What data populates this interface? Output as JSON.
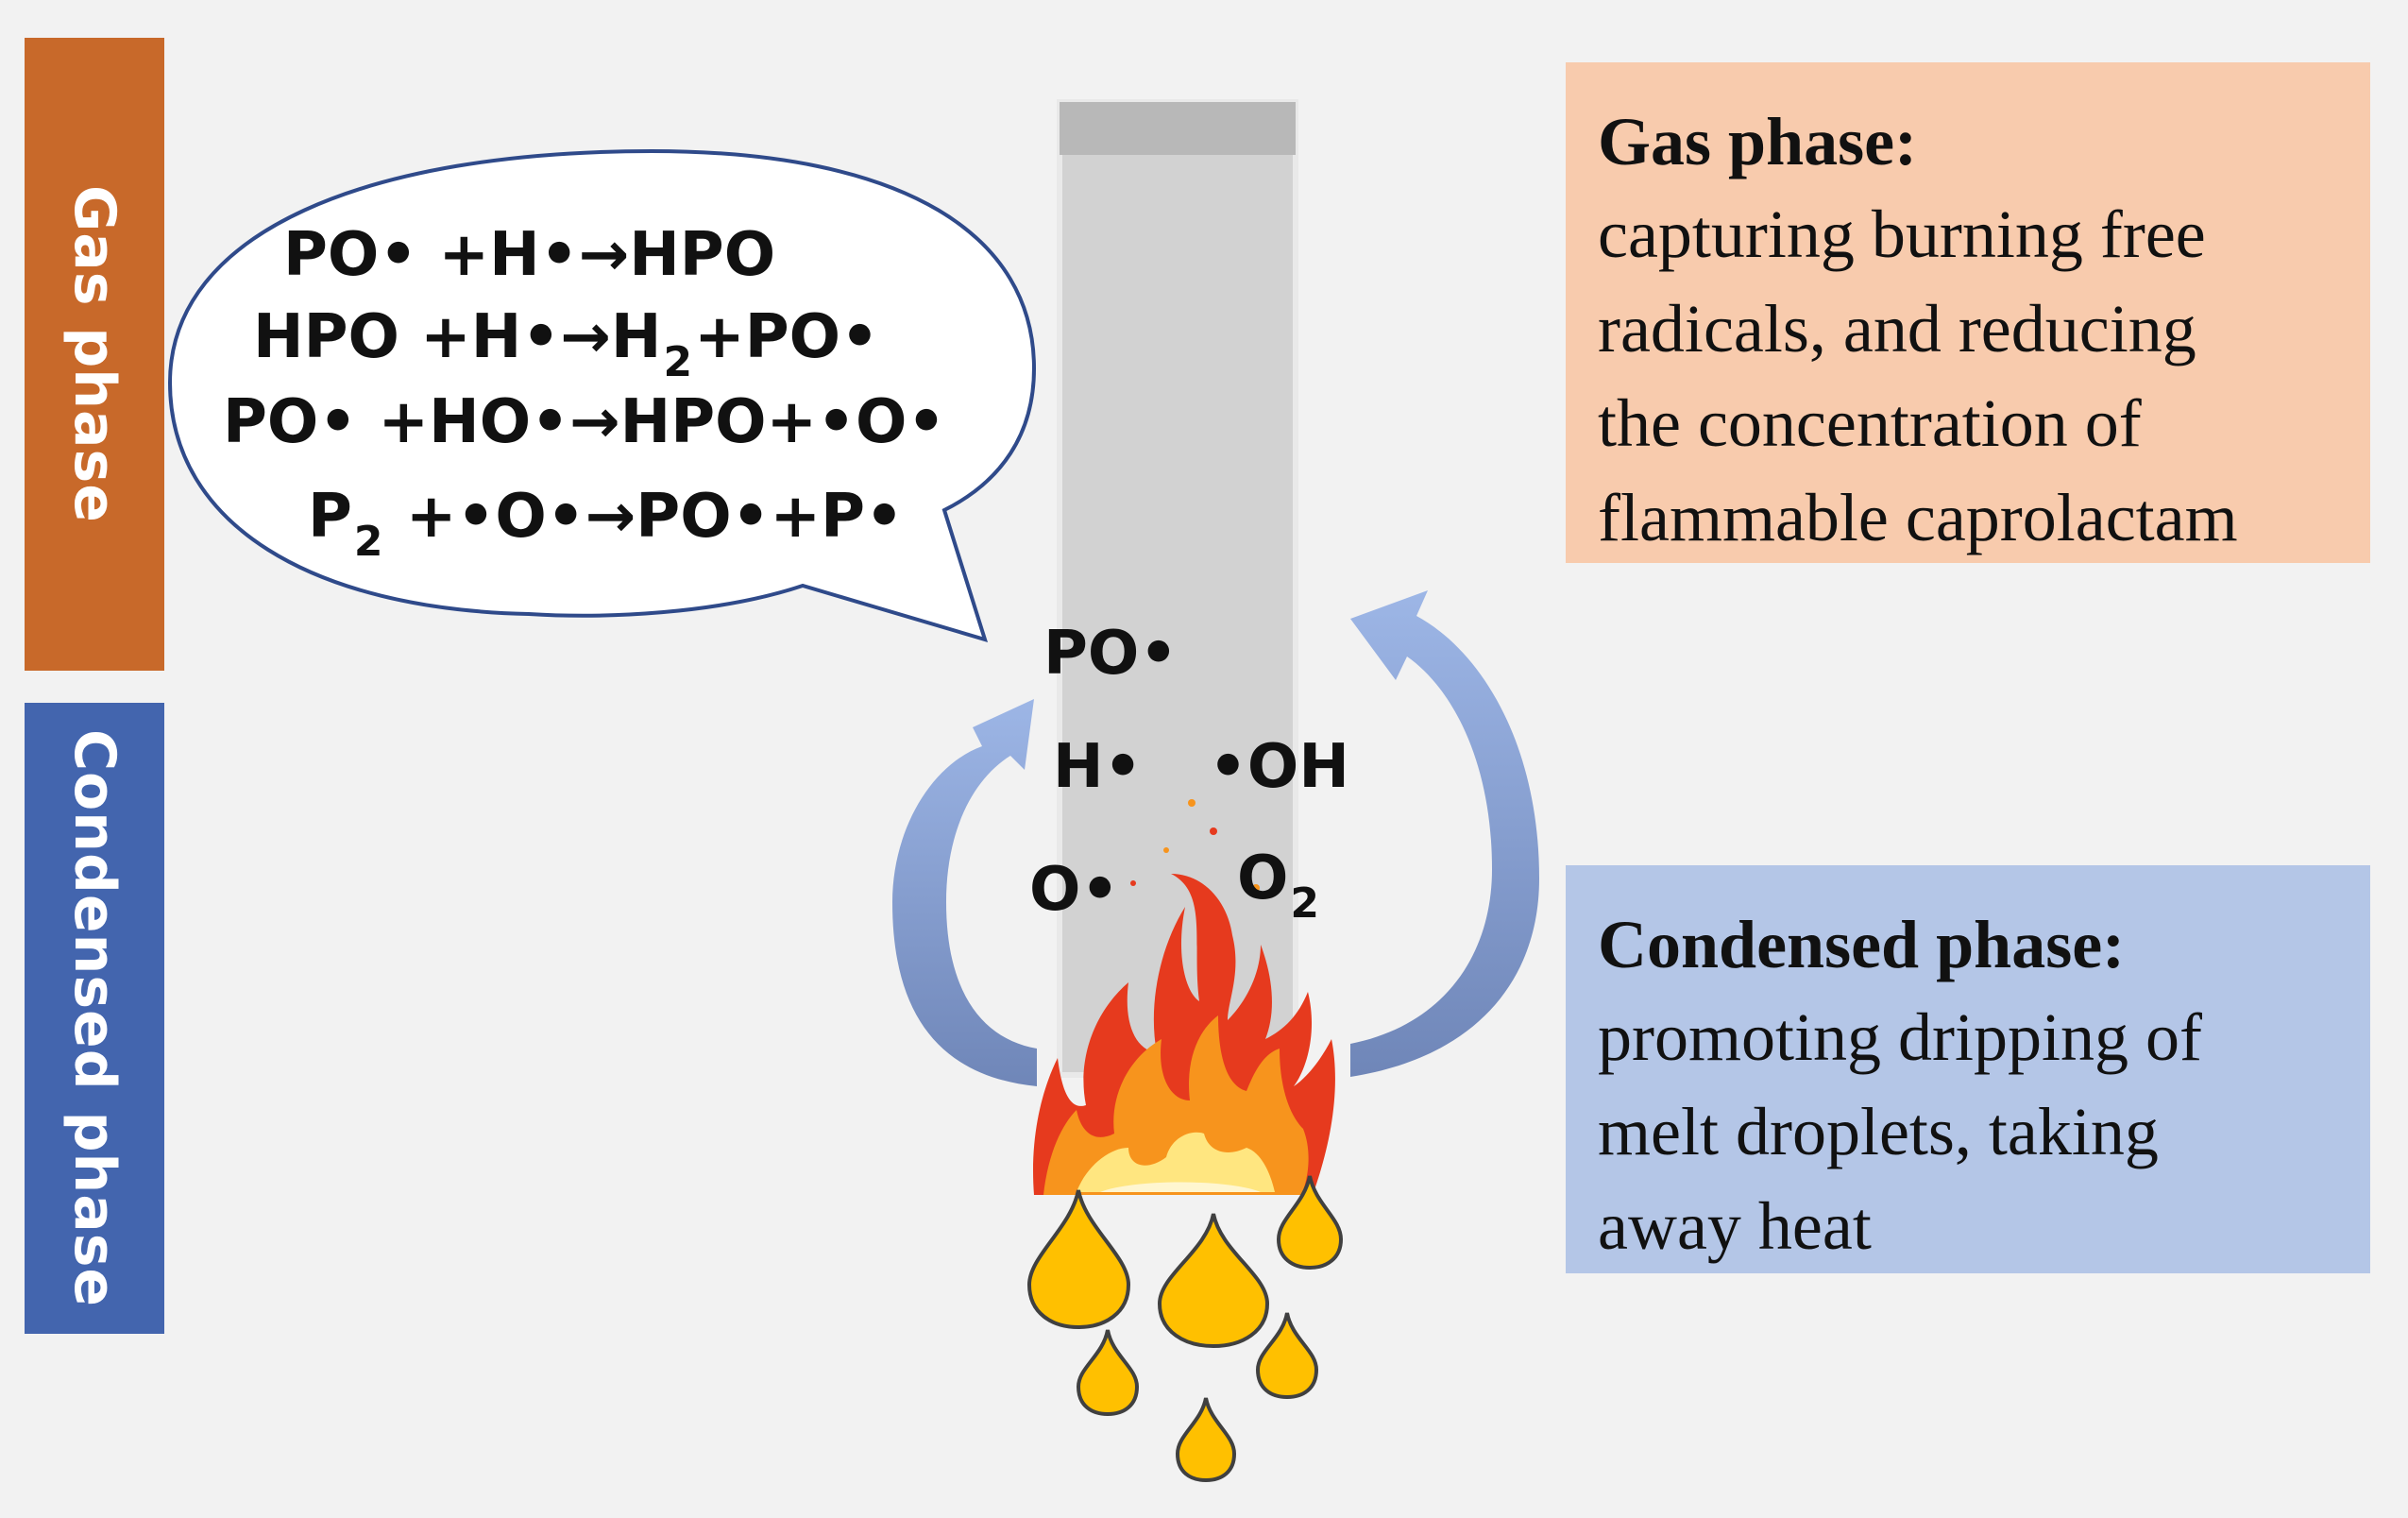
{
  "side_labels": {
    "gas": "Gas phase",
    "condensed": "Condensed phase"
  },
  "equations": [
    {
      "parts": [
        "PO• +H•→HPO"
      ]
    },
    {
      "parts": [
        "HPO +H•→H",
        "2",
        "+PO•"
      ]
    },
    {
      "parts": [
        "PO• +HO•→HPO+•O•"
      ]
    },
    {
      "parts": [
        "P",
        "2",
        " +•O•→PO•+P•"
      ]
    }
  ],
  "species": {
    "po": "PO•",
    "h": "H•",
    "oh": "•OH",
    "o": "O•",
    "o2_main": "O",
    "o2_sub": "2"
  },
  "gas_box": {
    "title": "Gas phase:",
    "lines": [
      "capturing burning free",
      "radicals, and reducing",
      "the concentration of",
      "flammable caprolactam"
    ]
  },
  "condensed_box": {
    "title": "Condensed phase:",
    "lines": [
      "promoting dripping of",
      "melt droplets, taking",
      "away heat"
    ]
  },
  "colors": {
    "background": "#f2f2f2",
    "gas_bar": "#c8692a",
    "condensed_bar": "#4365ae",
    "gas_box": "#f8cbad",
    "condensed_box": "#b4c6e7",
    "bubble_outline": "#2f4a8a",
    "arrow": "#8fabdd",
    "droplet": "#ffc000",
    "flame_outer": "#e63a1e",
    "flame_inner": "#f7941d"
  }
}
